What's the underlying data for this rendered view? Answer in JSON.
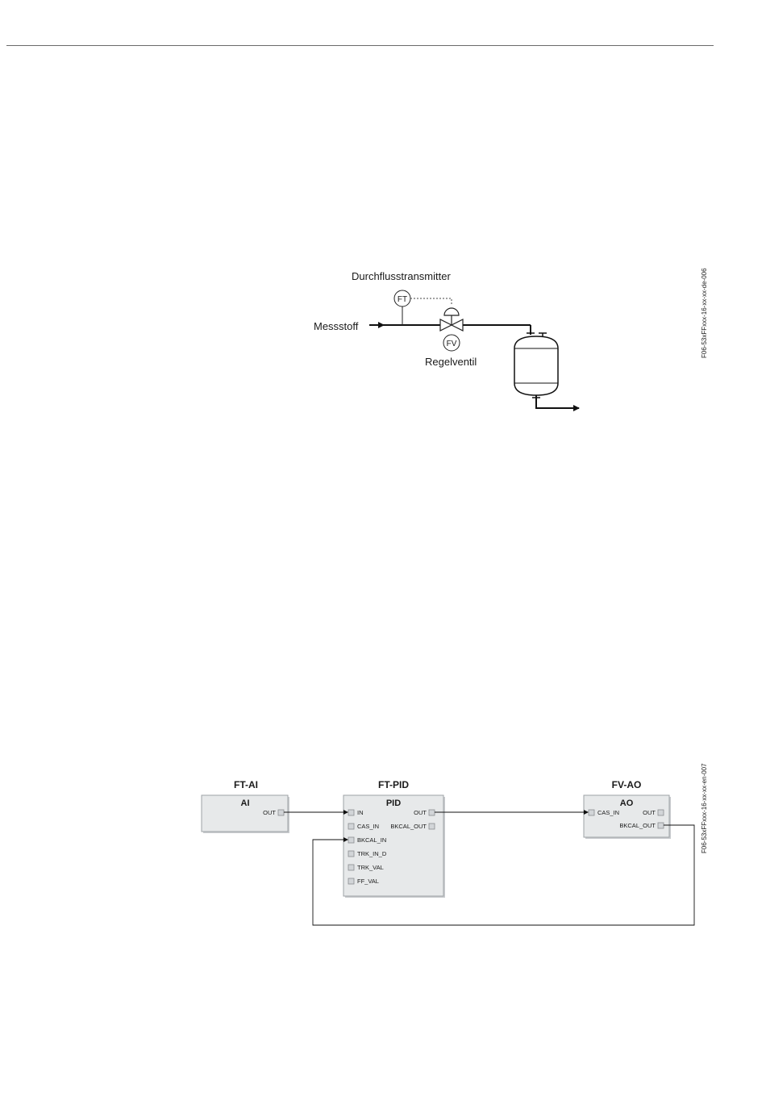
{
  "figure1": {
    "id": "F06-53xFFxxx-16-xx-xx-de-006",
    "label_transmitter": "Durchflusstransmitter",
    "label_medium": "Messstoff",
    "label_valve": "Regelventil",
    "tag_ft": "FT",
    "tag_fv": "FV"
  },
  "figure2": {
    "id": "F06-53xFFxxx-16-xx-xx-en-007",
    "blocks": [
      {
        "tag": "FT-AI",
        "type": "AI",
        "inputs": [],
        "outputs": [
          "OUT"
        ]
      },
      {
        "tag": "FT-PID",
        "type": "PID",
        "inputs": [
          "IN",
          "CAS_IN",
          "BKCAL_IN",
          "TRK_IN_D",
          "TRK_VAL",
          "FF_VAL"
        ],
        "outputs": [
          "OUT",
          "BKCAL_OUT"
        ]
      },
      {
        "tag": "FV-AO",
        "type": "AO",
        "inputs": [
          "CAS_IN"
        ],
        "outputs": [
          "OUT",
          "BKCAL_OUT"
        ]
      }
    ],
    "links": [
      {
        "from": "FT-AI.OUT",
        "to": "FT-PID.IN"
      },
      {
        "from": "FT-PID.OUT",
        "to": "FV-AO.CAS_IN"
      },
      {
        "from": "FV-AO.BKCAL_OUT",
        "to": "FT-PID.BKCAL_IN"
      }
    ]
  }
}
